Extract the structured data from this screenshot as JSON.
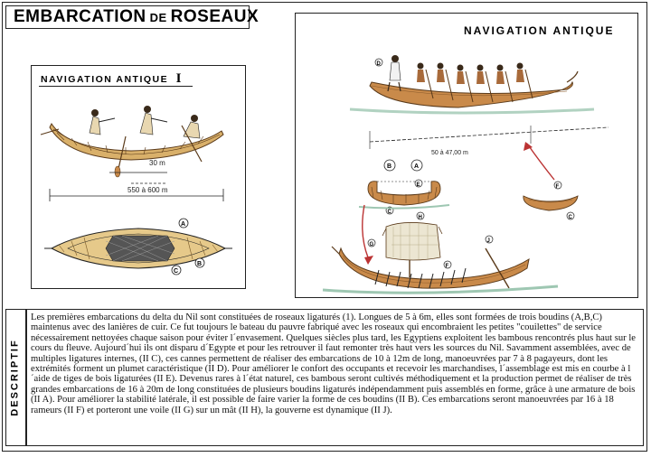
{
  "header": {
    "title_part1": "EMBARCATION",
    "title_part2": "DE",
    "title_part3": "ROSEAUX"
  },
  "left_panel": {
    "heading": "NAVIGATION ANTIQUE",
    "numeral": "I",
    "dim_short": "30 m",
    "dim_long": "550 à 600 m",
    "label_a": "A",
    "label_b": "B",
    "label_c": "C"
  },
  "right_panel": {
    "heading": "NAVIGATION ANTIQUE",
    "dim_length": "50 à 47,00 m",
    "label_b": "B",
    "label_a": "A",
    "label_c1": "C",
    "label_e": "E",
    "label_c2": "C",
    "label_f1": "F",
    "label_d": "D",
    "label_h": "H",
    "label_g": "G",
    "label_f2": "F",
    "label_j": "J"
  },
  "description": {
    "label": "DESCRIPTIF",
    "text": "Les premières embarcations du delta du Nil sont constituées de roseaux ligaturés (1). Longues de 5 à 6m, elles sont formées de trois boudins (A,B,C) maintenus avec des lanières de cuir. Ce fut toujours le bateau du pauvre fabriqué avec les roseaux qui encombraient les petites \"couilettes\" de service nécessairement nettoyées chaque saison pour éviter l´envasement. Quelques siècles plus tard, les Egyptiens exploitent les bambous rencontrés plus haut sur le cours du fleuve. Aujourd´hui ils ont disparu d´Egypte et pour les retrouver il faut remonter très haut vers les sources du Nil. Savamment assemblées, avec de multiples ligatures internes, (II C), ces cannes permettent de réaliser des embarcations de 10 à 12m de long, manoeuvrées par 7 à 8 pagayeurs, dont les extrémités forment un plumet caractéristique (II D). Pour améliorer le confort des occupants et recevoir les marchandises, l´assemblage est mis en courbe à l´aide de tiges de bois ligaturées (II E). Devenus rares à l´état naturel, ces bambous seront cultivés méthodiquement et la production permet de réaliser de très grandes embarcations de 16 à 20m de long constituées de plusieurs boudins ligaturés indépendamment puis assemblés en forme, grâce à une armature de bois (II A). Pour améliorer la stabilité latérale, il est possible de faire varier la forme de ces boudins (II B). Ces embarcations seront manoeuvrées par 16 à 18 rameurs (II F) et porteront une voile (II G) sur un mât (II H), la gouverne est dynamique (II J)."
  },
  "colors": {
    "hull": "#c98a4a",
    "hull_dark": "#8a5a2a",
    "water": "#9ec7b2",
    "reed": "#d9b06a",
    "weave": "#555555"
  }
}
